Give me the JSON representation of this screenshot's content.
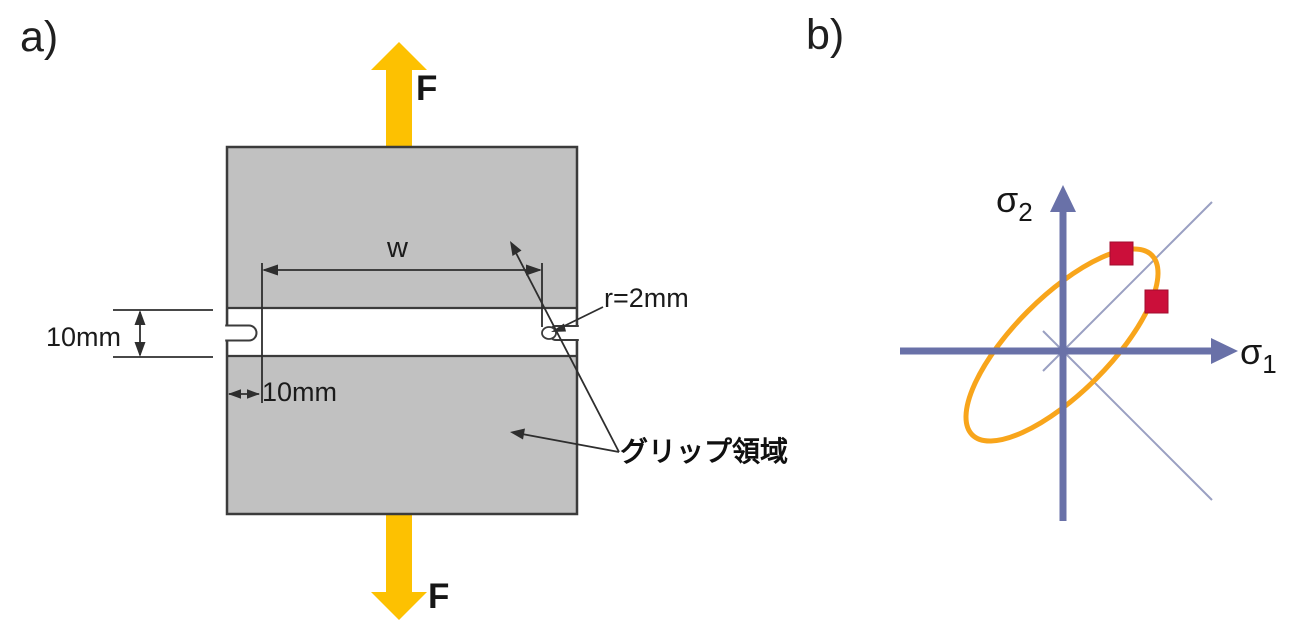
{
  "figure": {
    "panel_a": {
      "label": "a)",
      "force_top": "F",
      "force_bottom": "F",
      "width_dim_label": "w",
      "gauge_height_dim_label": "10mm",
      "notch_depth_dim_label": "10mm",
      "notch_radius_label": "r=2mm",
      "grip_region_label": "グリップ領域",
      "colors": {
        "specimen_fill": "#c1c1c1",
        "specimen_outline": "#3b3b3b",
        "force_arrow": "#fdc101",
        "dimension_line": "#2e2e2e"
      }
    },
    "panel_b": {
      "label": "b)",
      "x_axis_label": {
        "base": "σ",
        "sub": "1"
      },
      "y_axis_label": {
        "base": "σ",
        "sub": "2"
      },
      "colors": {
        "axis": "#6971a8",
        "diagonal_line": "#9aa0c2",
        "yield_ellipse": "#f8a51b",
        "data_marker": "#cb0f3a"
      }
    }
  }
}
